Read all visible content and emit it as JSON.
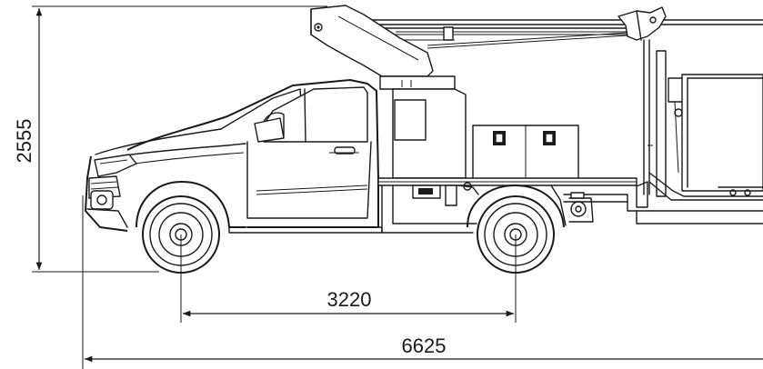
{
  "dimensions": {
    "height": "2555",
    "wheelbase": "3220",
    "overall_length": "6625"
  },
  "colors": {
    "line": "#1a1a1a",
    "background": "#ffffff"
  }
}
